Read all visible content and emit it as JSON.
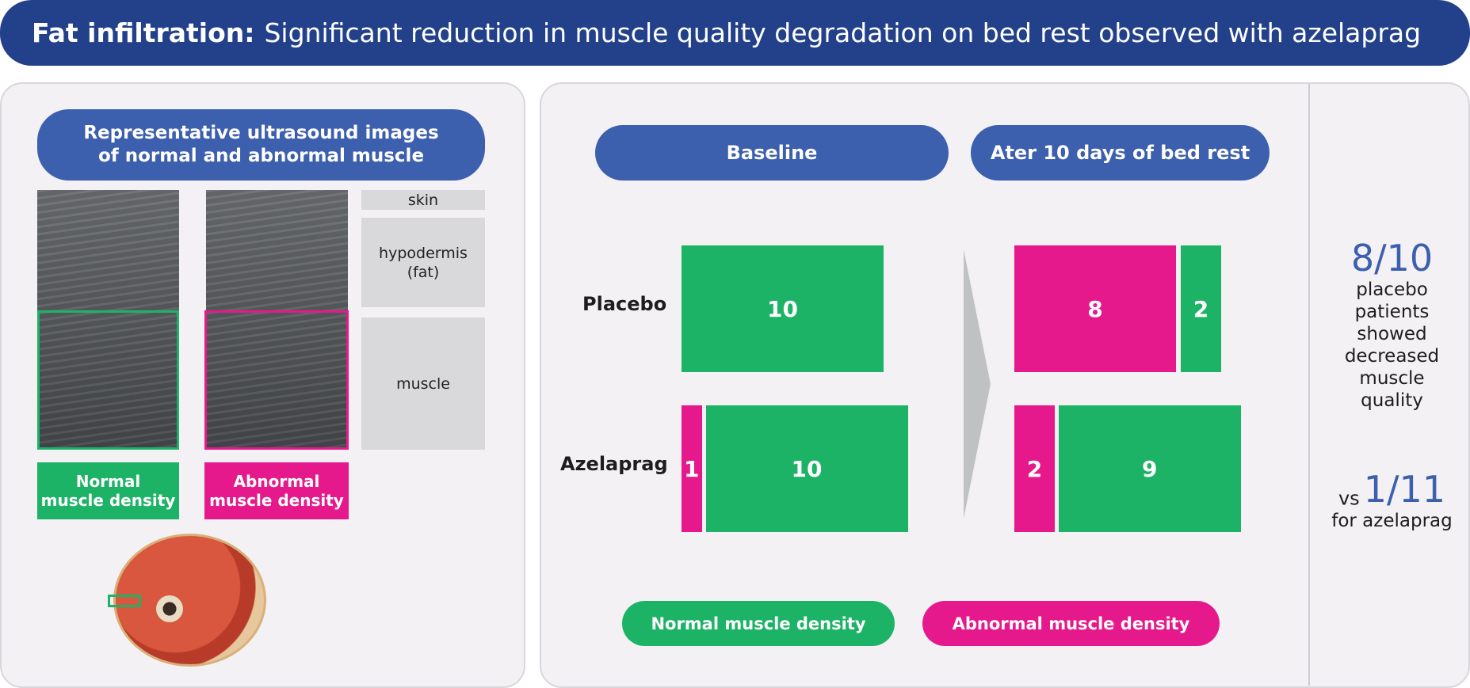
{
  "title": {
    "bold": "Fat infiltration:",
    "rest": "Significant reduction in muscle quality degradation on bed rest observed with azelaprag"
  },
  "left_panel": {
    "heading_line1": "Representative ultrasound images",
    "heading_line2": "of normal and abnormal muscle",
    "layers": {
      "skin": "skin",
      "hypodermis_line1": "hypodermis",
      "hypodermis_line2": "(fat)",
      "muscle": "muscle"
    },
    "tag_normal_line1": "Normal",
    "tag_normal_line2": "muscle density",
    "tag_abnormal_line1": "Abnormal",
    "tag_abnormal_line2": "muscle density"
  },
  "chart_data": {
    "type": "bar",
    "stacked": true,
    "orientation": "horizontal",
    "panels": [
      "Baseline",
      "Ater 10 days of bed rest"
    ],
    "categories": [
      "Placebo",
      "Azelaprag"
    ],
    "series": [
      {
        "name": "Abnormal muscle density",
        "color": "#e6198c",
        "baseline": [
          0,
          1
        ],
        "after": [
          8,
          2
        ]
      },
      {
        "name": "Normal muscle density",
        "color": "#1db367",
        "baseline": [
          10,
          10
        ],
        "after": [
          2,
          9
        ]
      }
    ]
  },
  "chart_labels": {
    "baseline_placebo_normal": "10",
    "baseline_azel_abnormal": "1",
    "baseline_azel_normal": "10",
    "after_placebo_abnormal": "8",
    "after_placebo_normal": "2",
    "after_azel_abnormal": "2",
    "after_azel_normal": "9"
  },
  "stats": {
    "placebo_fraction": "8/10",
    "placebo_line1": "placebo",
    "placebo_line2": "patients",
    "placebo_line3": "showed",
    "placebo_line4": "decreased",
    "placebo_line5": "muscle",
    "placebo_line6": "quality",
    "vs": "vs",
    "azel_fraction": "1/11",
    "azel_text": "for azelaprag"
  },
  "colors": {
    "normal": "#1db367",
    "abnormal": "#e6198c",
    "navy": "#22418a",
    "blue": "#3c5fae"
  }
}
